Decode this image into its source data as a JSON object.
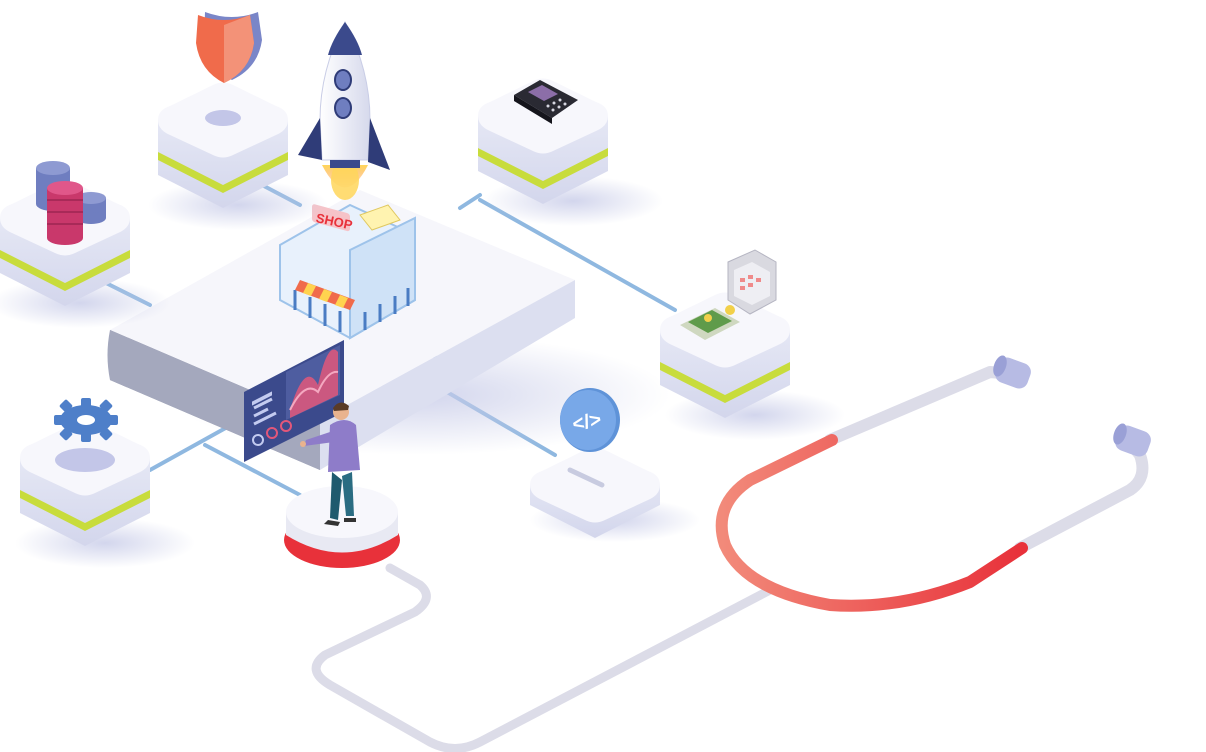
{
  "scene": {
    "shop_sign": "SHOP",
    "code_symbol": "</>"
  },
  "nodes": [
    {
      "id": "security",
      "icon": "shield-icon"
    },
    {
      "id": "database",
      "icon": "database-icon"
    },
    {
      "id": "payment-terminal",
      "icon": "card-terminal-icon"
    },
    {
      "id": "cash-register",
      "icon": "cash-register-icon"
    },
    {
      "id": "settings",
      "icon": "gear-icon"
    },
    {
      "id": "code",
      "icon": "code-icon"
    },
    {
      "id": "launch",
      "icon": "rocket-icon"
    },
    {
      "id": "shop",
      "icon": "storefront-icon"
    },
    {
      "id": "analytics",
      "icon": "dashboard-screen-icon"
    },
    {
      "id": "user",
      "icon": "person-icon"
    },
    {
      "id": "health-check",
      "icon": "stethoscope-icon"
    }
  ],
  "colors": {
    "accent_red": "#ef3b3b",
    "accent_lime": "#c8dc3c",
    "connector_blue": "#8fb8e0",
    "panel_navy": "#3b4a8c",
    "tube_grey": "#d9d9e6"
  }
}
